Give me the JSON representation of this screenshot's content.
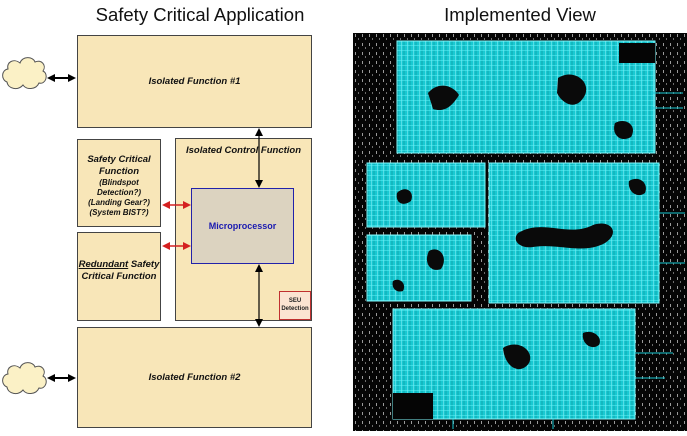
{
  "left_panel": {
    "title": "Safety Critical Application",
    "isolated_function_1": "Isolated Function #1",
    "isolated_function_2": "Isolated Function #2",
    "isolated_control_function": "Isolated Control Function",
    "safety_critical_function": {
      "title_line1": "Safety Critical",
      "title_line2": "Function",
      "items": [
        "(Blindspot Detection?)",
        "(Landing Gear?)",
        "(System BIST?)"
      ]
    },
    "redundant_function": {
      "title_underlined": "Redundant",
      "title_rest": " Safety",
      "title_line2": "Critical Function"
    },
    "microprocessor": "Microprocessor",
    "seu_detection": {
      "line1": "SEU",
      "line2": "Detection"
    }
  },
  "right_panel": {
    "title": "Implemented View"
  },
  "colors": {
    "box_fill": "#f8e6b8",
    "micro_fill": "#dcd3c0",
    "micro_text": "#1a1ab0",
    "arrow_red": "#d42020",
    "layout_cyan": "#1fe0e8",
    "layout_bg": "#050505"
  }
}
